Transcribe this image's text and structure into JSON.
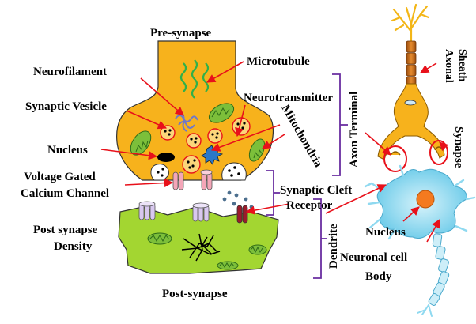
{
  "labels": {
    "pre_synapse": "Pre-synapse",
    "post_synapse": "Post-synapse",
    "neurofilament": "Neurofilament",
    "microtubule": "Microtubule",
    "synaptic_vesicle": "Synaptic Vesicle",
    "neurotransmitter": "Neurotransmitter",
    "mitochondria": "Mitochondria",
    "axon_terminal": "Axon Terminal",
    "nucleus_left": "Nucleus",
    "voltage_gated_1": "Voltage Gated",
    "voltage_gated_2": "Calcium Channel",
    "synaptic_cleft": "Synaptic Cleft",
    "receptor": "Receptor",
    "post_synapse_density_1": "Post  synapse",
    "post_synapse_density_2": "Density",
    "dendrite": "Dendrite",
    "axonal_sheath_1": "Axonal",
    "axonal_sheath_2": "Sheath",
    "synapse": "Synapse",
    "nucleus_right": "Nucleus",
    "neuronal_cell_1": "Neuronal cell",
    "neuronal_cell_2": "Body"
  },
  "colors": {
    "pre_fill": "#f7b21c",
    "post_fill": "#a3d631",
    "mito_fill": "#7cbf3a",
    "vesicle_ring": "#e8101a",
    "arrow": "#e8101a",
    "bracket": "#6a2ea0",
    "cell_body": "#8fd9f0",
    "cell_nucleus": "#f47a1f",
    "sheath": "#c9701e",
    "microtubule": "#2fb04a",
    "neurofilament": "#6f78c9",
    "receptor": "#9b1b2a"
  }
}
